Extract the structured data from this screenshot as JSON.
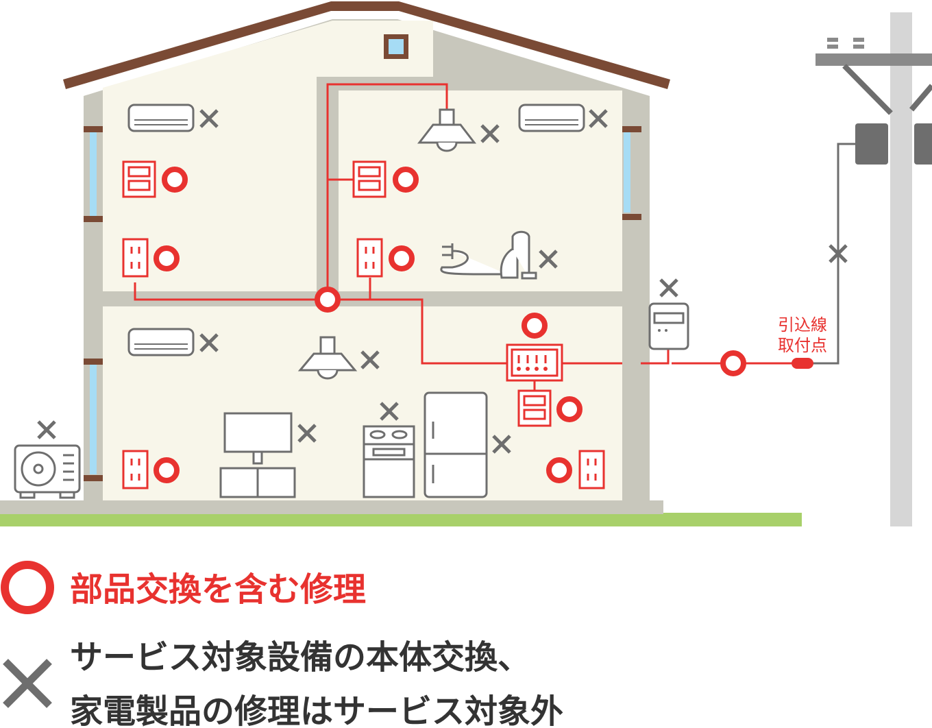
{
  "diagram": {
    "title": "住宅の電気設備 修理対象図",
    "service_drop_label": [
      "引込線",
      "取付点"
    ],
    "colors": {
      "repair": "#e8322f",
      "excluded": "#6e6e6e",
      "roof": "#7a4a35",
      "wall": "#c8c7bc",
      "interior": "#f8f6ea",
      "ground": "#a8d06a",
      "window": "#a6dcf5"
    },
    "symbols": {
      "repair": "circle-icon",
      "excluded": "cross-icon"
    }
  },
  "legend": {
    "repair": "部品交換を含む修理",
    "excluded_line1": "サービス対象設備の本体交換、",
    "excluded_line2": "家電製品の修理はサービス対象外"
  }
}
